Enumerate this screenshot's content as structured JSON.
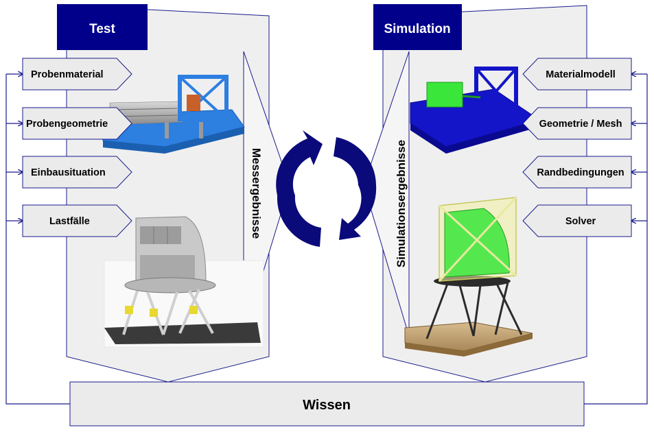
{
  "test": {
    "header": "Test",
    "inputs": [
      "Probenmaterial",
      "Probengeometrie",
      "Einbausituation",
      "Lastfälle"
    ],
    "results_label": "Messergebnisse"
  },
  "simulation": {
    "header": "Simulation",
    "inputs": [
      "Materialmodell",
      "Geometrie / Mesh",
      "Randbedingungen",
      "Solver"
    ],
    "results_label": "Simulationsergebnisse"
  },
  "knowledge": {
    "label": "Wissen"
  },
  "colors": {
    "header_fill": "#00008b",
    "panel_fill": "#efefef",
    "box_fill": "#ebebeb",
    "line": "#1a1a8c",
    "cycle_arrow": "#0a0a7a",
    "rig_blue": "#2d7fe0",
    "sim_blue": "#1414c8",
    "sim_green": "#39e639",
    "sim_yellow": "#f0f0a0",
    "base_brown": "#c9a97a"
  },
  "icons": {
    "test_rig_1": "test-rig-photo",
    "test_rig_2": "hexapod-test-photo",
    "sim_rig_1": "simulation-rig-model",
    "sim_rig_2": "hexapod-simulation-model",
    "cycle": "cycle-arrows-icon"
  }
}
